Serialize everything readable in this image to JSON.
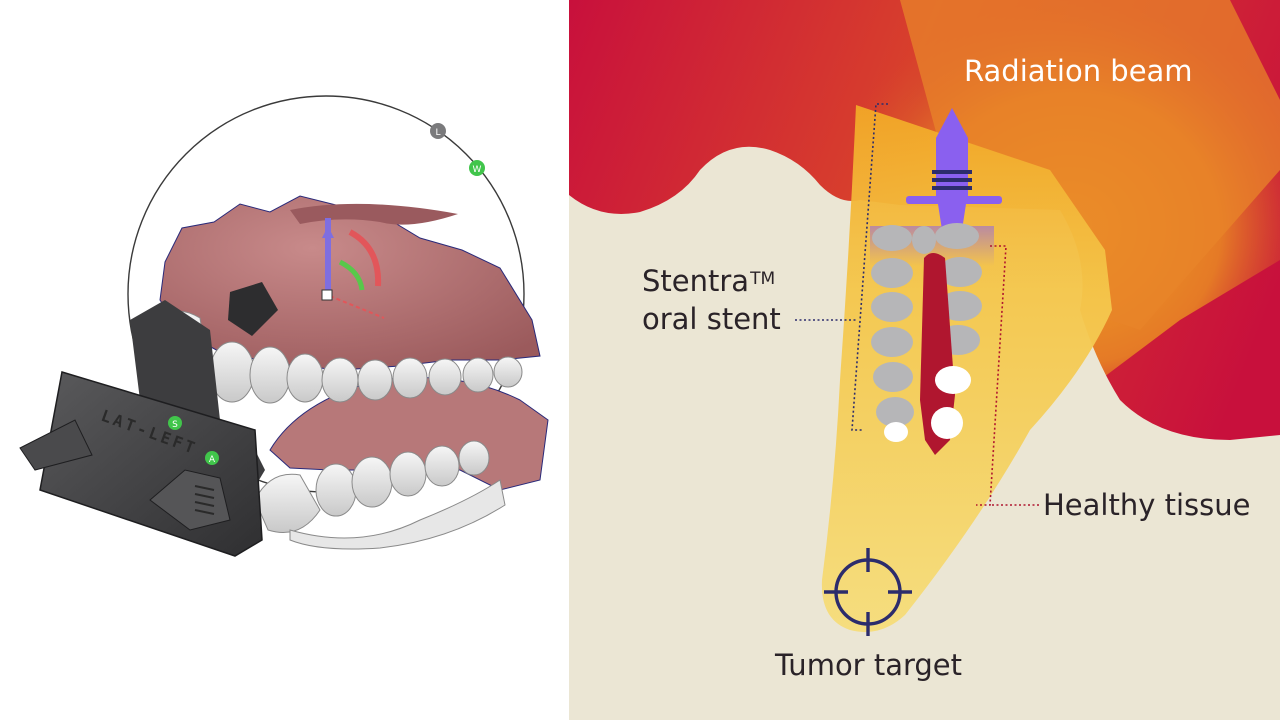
{
  "labels": {
    "radiation_beam": "Radiation beam",
    "stent_name": "Stentra",
    "stent_trademark": "TM",
    "stent_line2": "oral stent",
    "healthy_tissue": "Healthy tissue",
    "tumor_target": "Tumor target"
  },
  "gizmo_handles": {
    "grey": "L",
    "green_top": "W",
    "green_left_1": "S",
    "green_left_2": "A"
  },
  "stent_engraving": "LAT-LEFT",
  "colors": {
    "beige": "#ebe6d4",
    "beam_yellow": "#f4d870",
    "crimson": "#c8103c",
    "orange": "#e0802a",
    "purple": "#8a60ef",
    "navy": "#2c2c6c",
    "tooth_grey": "#b6b6b8",
    "tissue_red": "#b0162f",
    "gum_pink": "#bf7f80",
    "stent_dark": "#4a4a4c",
    "handle_green": "#41c54b"
  },
  "icons": [
    "crosshair-icon",
    "radiation-arrow-icon",
    "gizmo-arrow-icon",
    "rotate-ring-icon"
  ]
}
